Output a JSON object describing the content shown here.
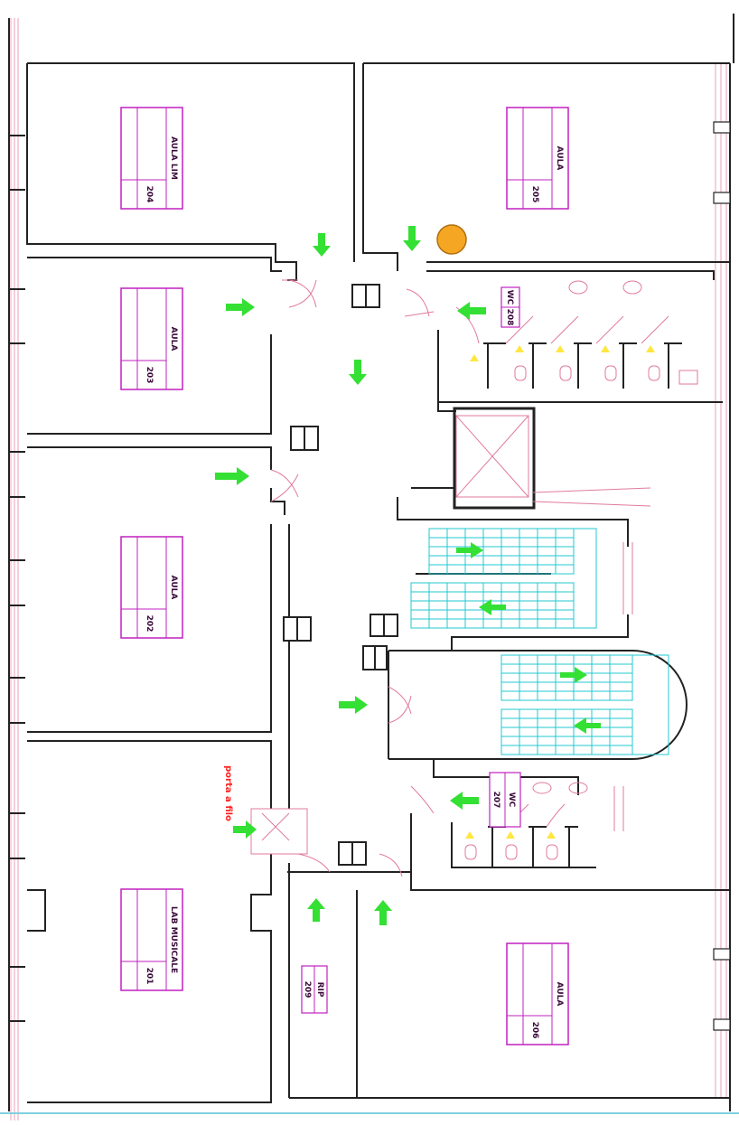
{
  "rooms": [
    {
      "id": "aula-lim-204",
      "name": "AULA LIM",
      "number": "204"
    },
    {
      "id": "aula-203",
      "name": "AULA",
      "number": "203"
    },
    {
      "id": "aula-202",
      "name": "AULA",
      "number": "202"
    },
    {
      "id": "lab-musicale-201",
      "name": "LAB MUSICALE",
      "number": "201"
    },
    {
      "id": "aula-205",
      "name": "AULA",
      "number": "205"
    },
    {
      "id": "aula-206",
      "name": "AULA",
      "number": "206"
    },
    {
      "id": "wc-208",
      "name": "WC",
      "number": "208"
    },
    {
      "id": "wc-207",
      "name": "WC",
      "number": "207"
    },
    {
      "id": "rip-209",
      "name": "RIP",
      "number": "209"
    }
  ],
  "notes": {
    "door_note": "porta a filo"
  },
  "colors": {
    "wall": "#222222",
    "door": "#e07aa0",
    "stair": "#20c8d0",
    "label_border": "#c020c0",
    "arrow": "#33e033",
    "marker": "#f5a623",
    "note": "#ff2020"
  }
}
